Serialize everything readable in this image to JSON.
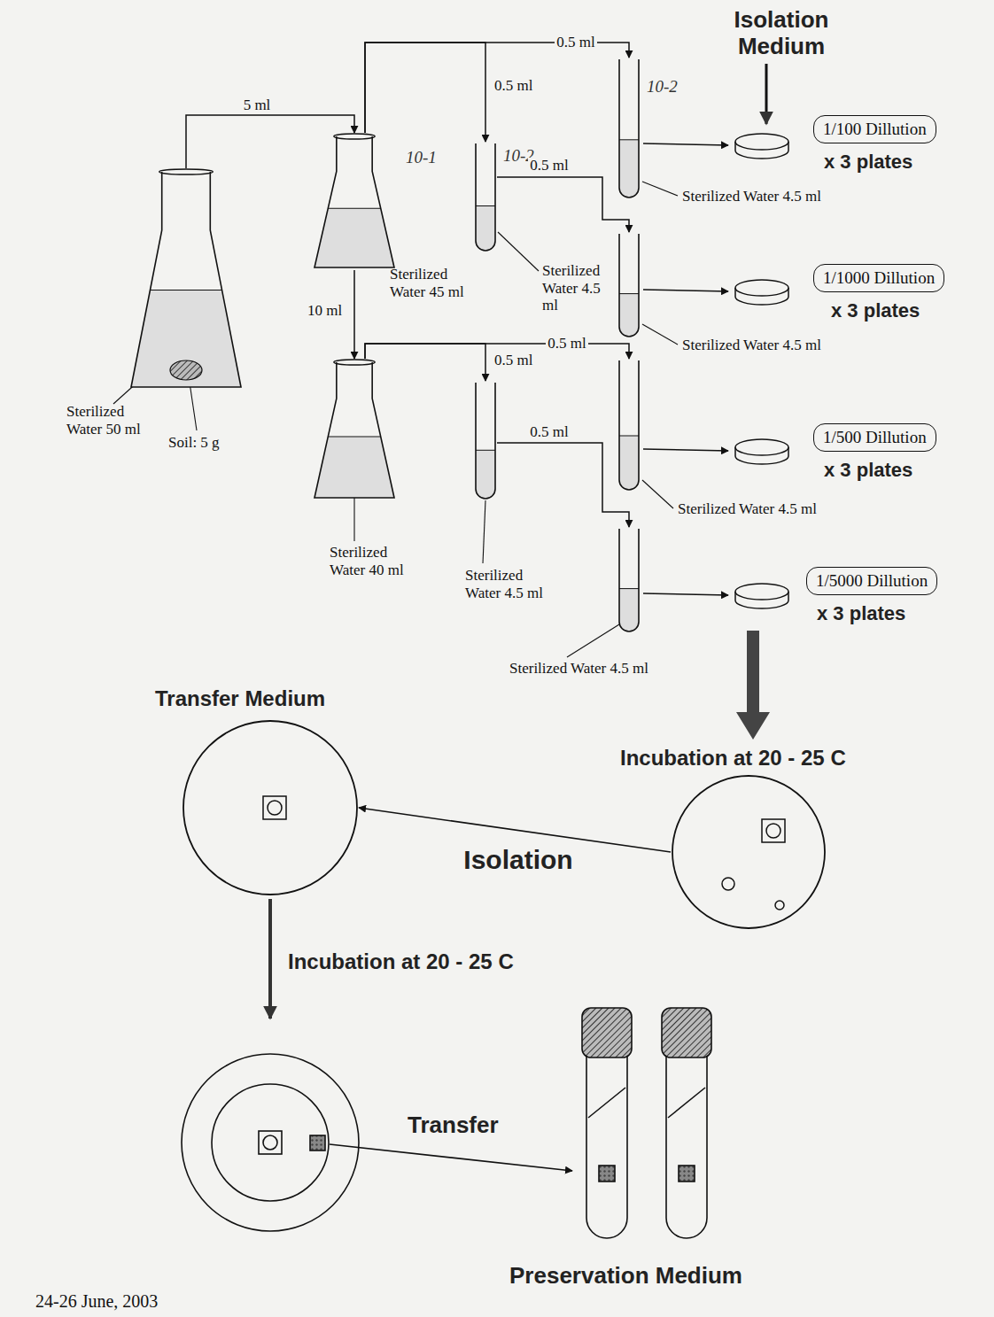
{
  "diagram": {
    "nodes": [
      {
        "text": [
          "Sterilized Water 50 ml",
          "Soil: 5 g"
        ]
      },
      {
        "text": [
          "Sterilized Water 45 ml"
        ]
      },
      {
        "text": [
          "Sterilized Water 40 ml"
        ]
      },
      {
        "text": [
          "Sterilized Water 4.5 ml"
        ]
      },
      {
        "text": [
          "Sterilized Water 4.5 ml"
        ]
      },
      {
        "text": [
          "Sterilized Water 4.5 ml"
        ]
      },
      {
        "text": [
          "Sterilized Water 4.5 ml"
        ]
      },
      {
        "text": [
          "Sterilized Water 4.5 ml"
        ]
      },
      {
        "text": [
          "Sterilized Water 4.5 ml"
        ]
      },
      {
        "text": [
          "1/100 Dillution"
        ]
      },
      {
        "text": [
          "1/1000 Dillution"
        ]
      },
      {
        "text": [
          "1/500 Dillution"
        ]
      },
      {
        "text": [
          "1/5000 Dillution"
        ]
      },
      {
        "text": [
          "Transfer Medium"
        ]
      },
      {
        "text": [
          "Incubation at 20 - 25 C"
        ]
      }
    ],
    "edges": [
      {
        "from": 0,
        "to": 1,
        "label": "5 ml",
        "arrow": "to"
      },
      {
        "from": 1,
        "to": 4,
        "label": "0.5 ml",
        "arrow": "to"
      },
      {
        "from": 1,
        "to": 3,
        "label": "0.5 ml",
        "arrow": "to"
      },
      {
        "from": 1,
        "to": 2,
        "label": "10 ml",
        "arrow": "to"
      },
      {
        "from": 3,
        "to": 5,
        "label": "0.5 ml",
        "arrow": "to"
      },
      {
        "from": 2,
        "to": 7,
        "label": "0.5 ml",
        "arrow": "to"
      },
      {
        "from": 2,
        "to": 6,
        "label": "0.5 ml",
        "arrow": "to"
      },
      {
        "from": 6,
        "to": 8,
        "label": "0.5 ml",
        "arrow": "to"
      },
      {
        "from": 14,
        "to": 13,
        "label": "Isolation",
        "arrow": "to"
      }
    ],
    "labels": [
      "Isolation Medium",
      "x 3 plates",
      "x 3 plates",
      "x 3 plates",
      "x 3 plates",
      "Incubation at 20 - 25 C",
      "Transfer",
      "Preservation Medium",
      "24-26 June, 2003",
      "10-1",
      "10-2",
      "10-2"
    ]
  }
}
